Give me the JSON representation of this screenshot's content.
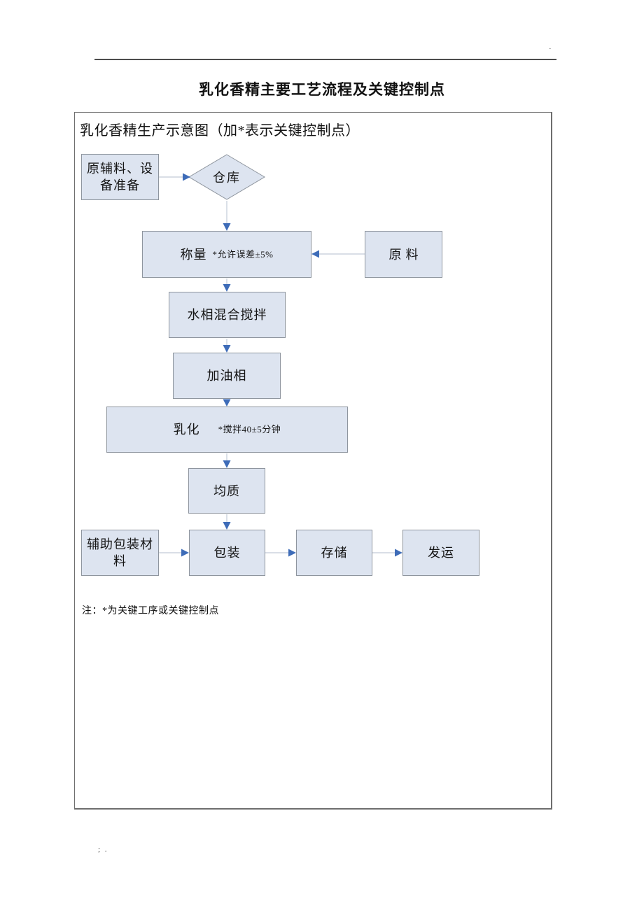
{
  "page": {
    "title": "乳化香精主要工艺流程及关键控制点",
    "top_mark": "·",
    "footer_mark": "; ."
  },
  "diagram": {
    "header": "乳化香精生产示意图（加*表示关键控制点）",
    "note": "注：*为关键工序或关键控制点",
    "nodes": {
      "prep": {
        "label": "原辅料、设备准备"
      },
      "warehouse": {
        "label": "仓库"
      },
      "weigh": {
        "label": "称量",
        "annotation": "*允许误差±5%"
      },
      "raw": {
        "label": "原料"
      },
      "water": {
        "label": "水相混合搅拌"
      },
      "oil": {
        "label": "加油相"
      },
      "emulsify": {
        "label": "乳化",
        "annotation": "*搅拌40±5分钟"
      },
      "homogenize": {
        "label": "均质"
      },
      "aux": {
        "label": "辅助包装材料"
      },
      "pack": {
        "label": "包装"
      },
      "store": {
        "label": "存储"
      },
      "ship": {
        "label": "发运"
      }
    },
    "colors": {
      "node_fill": "#dde4f0",
      "node_border": "#8e959e",
      "frame_border": "#6e6e6e",
      "connector": "#c2cbd8",
      "arrowhead": "#3e6cb8",
      "rule": "#4d4d4d"
    }
  }
}
